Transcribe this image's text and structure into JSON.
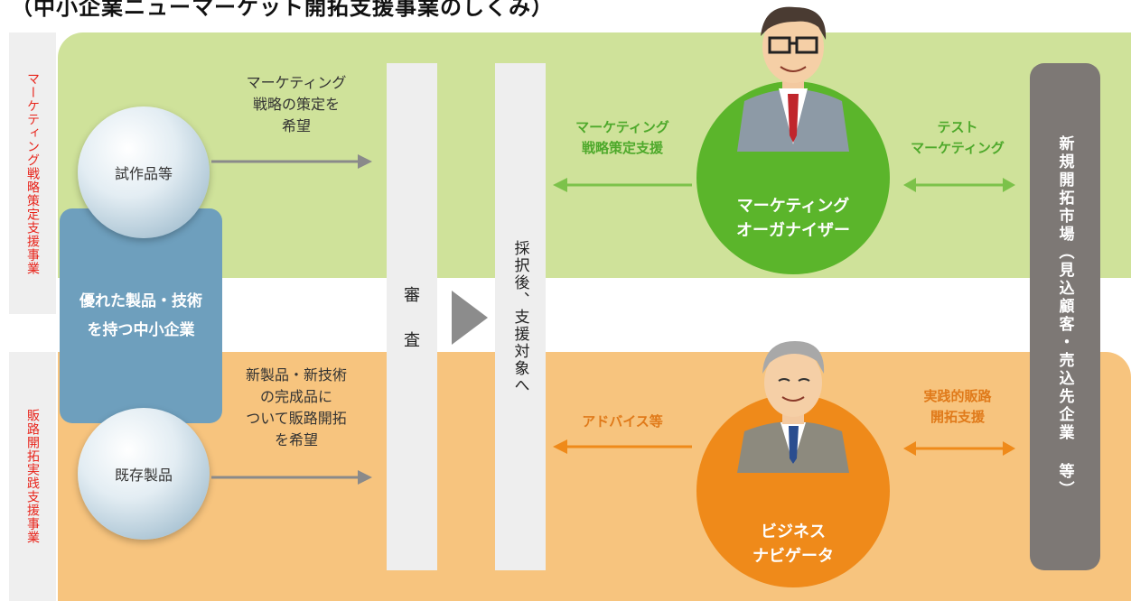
{
  "title": "（中小企業ニューマーケット開拓支援事業のしくみ）",
  "side_labels": {
    "top": "マーケティング戦略策定支援事業",
    "bottom": "販路開拓実践支援事業"
  },
  "spheres": {
    "prototype": "試作品等",
    "existing": "既存製品"
  },
  "sme": {
    "line1": "優れた製品・技術",
    "line2": "を持つ中小企業"
  },
  "notes": {
    "top_request": [
      "マーケティング",
      "戦略の策定を",
      "希望"
    ],
    "bottom_request": [
      "新製品・新技術",
      "の完成品に",
      "ついて販路開拓",
      "を希望"
    ]
  },
  "review": {
    "char1": "審",
    "char2": "査"
  },
  "adopted": "採択後、支援対象へ",
  "green_flow": {
    "support_label": [
      "マーケティング",
      "戦略策定支援"
    ],
    "test_label": [
      "テスト",
      "マーケティング"
    ],
    "role": [
      "マーケティング",
      "オーガナイザー"
    ]
  },
  "orange_flow": {
    "advice_label": "アドバイス等",
    "practice_label": [
      "実践的販路",
      "開拓支援"
    ],
    "role": [
      "ビジネス",
      "ナビゲータ"
    ]
  },
  "market": "新規開拓市場（見込顧客・売込先企業 等）",
  "colors": {
    "green_band": "#cfe29a",
    "orange_band": "#f7c47e",
    "green": "#5bb52b",
    "orange": "#ef8a1a",
    "sme_blue": "#6e9fbd",
    "market_gray": "#7d7875",
    "label_red": "#e8231a"
  }
}
